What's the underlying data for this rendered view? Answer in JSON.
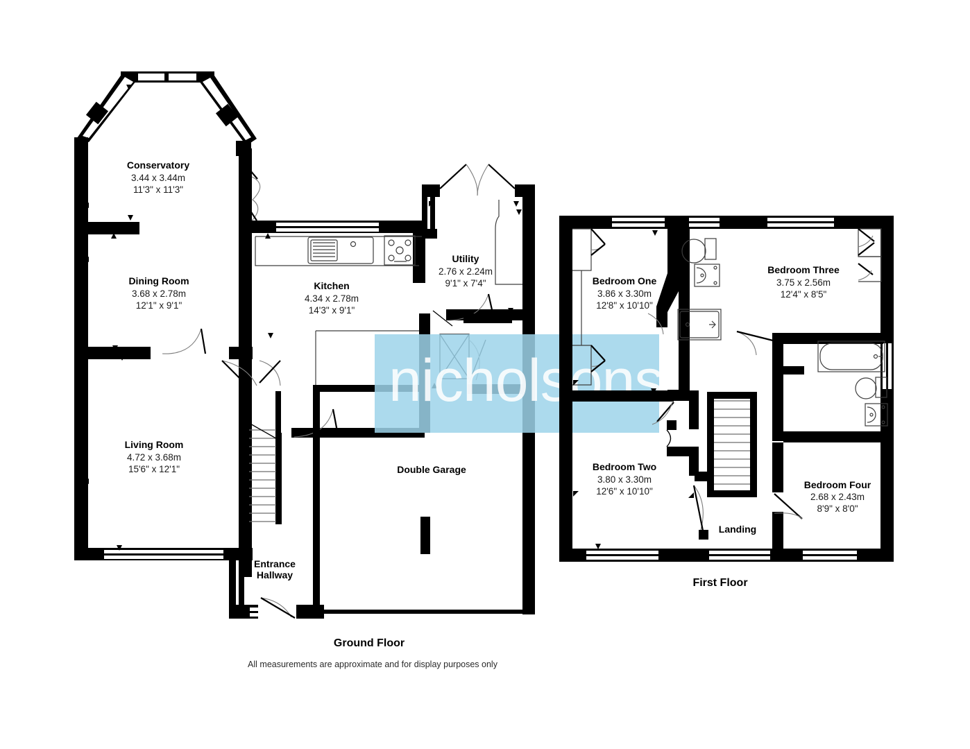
{
  "document": {
    "type": "floor-plan",
    "disclaimer": "All measurements are approximate and for display purposes only",
    "watermark": "nicholsons",
    "watermark_color": "#9ed4ea"
  },
  "floors": [
    {
      "id": "ground",
      "label": "Ground Floor",
      "rooms": [
        {
          "key": "conservatory",
          "name": "Conservatory",
          "metric": "3.44 x 3.44m",
          "imperial": "11'3\" x 11'3\""
        },
        {
          "key": "dining_room",
          "name": "Dining Room",
          "metric": "3.68 x 2.78m",
          "imperial": "12'1\" x 9'1\""
        },
        {
          "key": "kitchen",
          "name": "Kitchen",
          "metric": "4.34 x 2.78m",
          "imperial": "14'3\" x 9'1\""
        },
        {
          "key": "utility",
          "name": "Utility",
          "metric": "2.76 x 2.24m",
          "imperial": "9'1\" x 7'4\""
        },
        {
          "key": "living_room",
          "name": "Living Room",
          "metric": "4.72 x 3.68m",
          "imperial": "15'6\" x 12'1\""
        },
        {
          "key": "double_garage",
          "name": "Double Garage",
          "metric": "",
          "imperial": ""
        },
        {
          "key": "entrance_hallway",
          "name": "Entrance",
          "name2": "Hallway",
          "metric": "",
          "imperial": ""
        }
      ]
    },
    {
      "id": "first",
      "label": "First Floor",
      "rooms": [
        {
          "key": "bedroom_one",
          "name": "Bedroom One",
          "metric": "3.86 x 3.30m",
          "imperial": "12'8\" x 10'10\""
        },
        {
          "key": "bedroom_two",
          "name": "Bedroom Two",
          "metric": "3.80 x 3.30m",
          "imperial": "12'6\" x 10'10\""
        },
        {
          "key": "bedroom_three",
          "name": "Bedroom Three",
          "metric": "3.75 x 2.56m",
          "imperial": "12'4\" x 8'5\""
        },
        {
          "key": "bedroom_four",
          "name": "Bedroom Four",
          "metric": "2.68 x 2.43m",
          "imperial": "8'9\" x 8'0\""
        },
        {
          "key": "landing",
          "name": "Landing",
          "metric": "",
          "imperial": ""
        }
      ]
    }
  ]
}
